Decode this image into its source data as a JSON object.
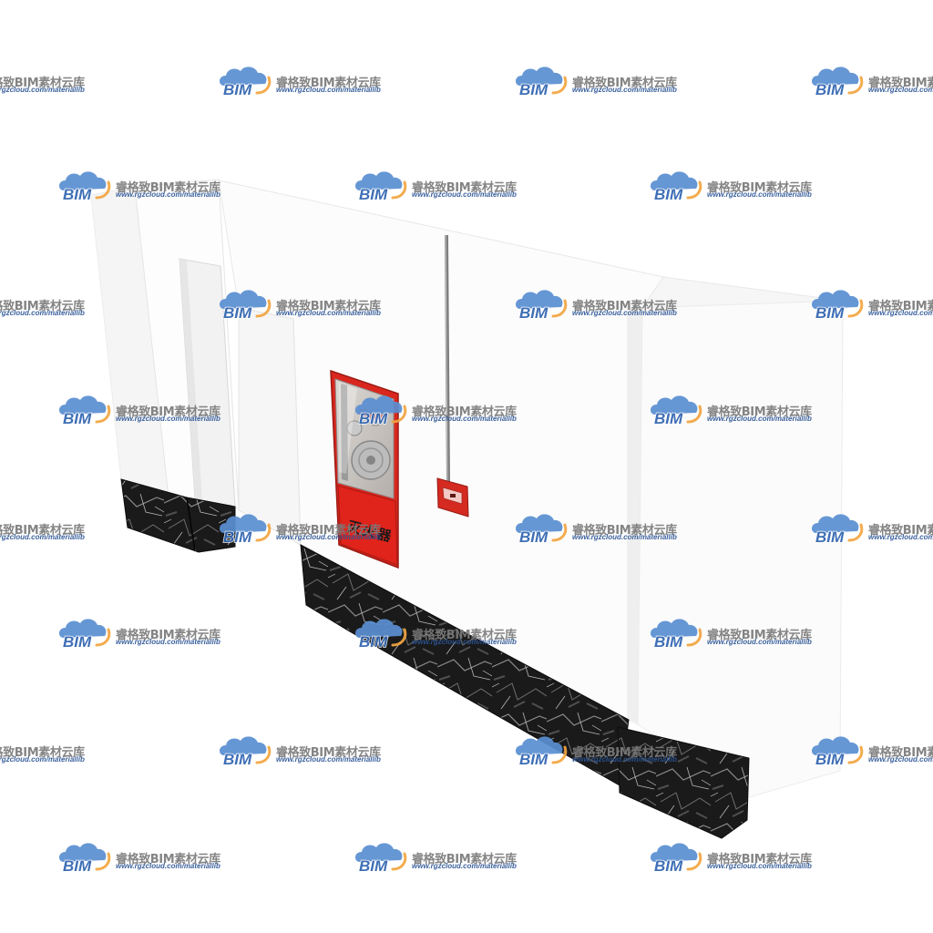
{
  "watermark": {
    "title": "睿格致BIM素材云库",
    "url": "www.rgzcloud.com/materiallib",
    "logo_text": "BIM"
  },
  "cabinet": {
    "label": "灭火器"
  },
  "icons": [
    "bim-cloud-logo-icon",
    "fire-hydrant-cabinet-icon",
    "manual-alarm-button-icon"
  ],
  "colors": {
    "background": "#ffffff",
    "cabinet_red": "#d9271e",
    "marble_base": "#1a1a1a",
    "conduit_gray": "#7f7f7f",
    "logo_blue": "#3f74bd",
    "logo_orange": "#f2a541",
    "watermark_text": "#7a7a7a",
    "watermark_url": "#2b5596"
  }
}
